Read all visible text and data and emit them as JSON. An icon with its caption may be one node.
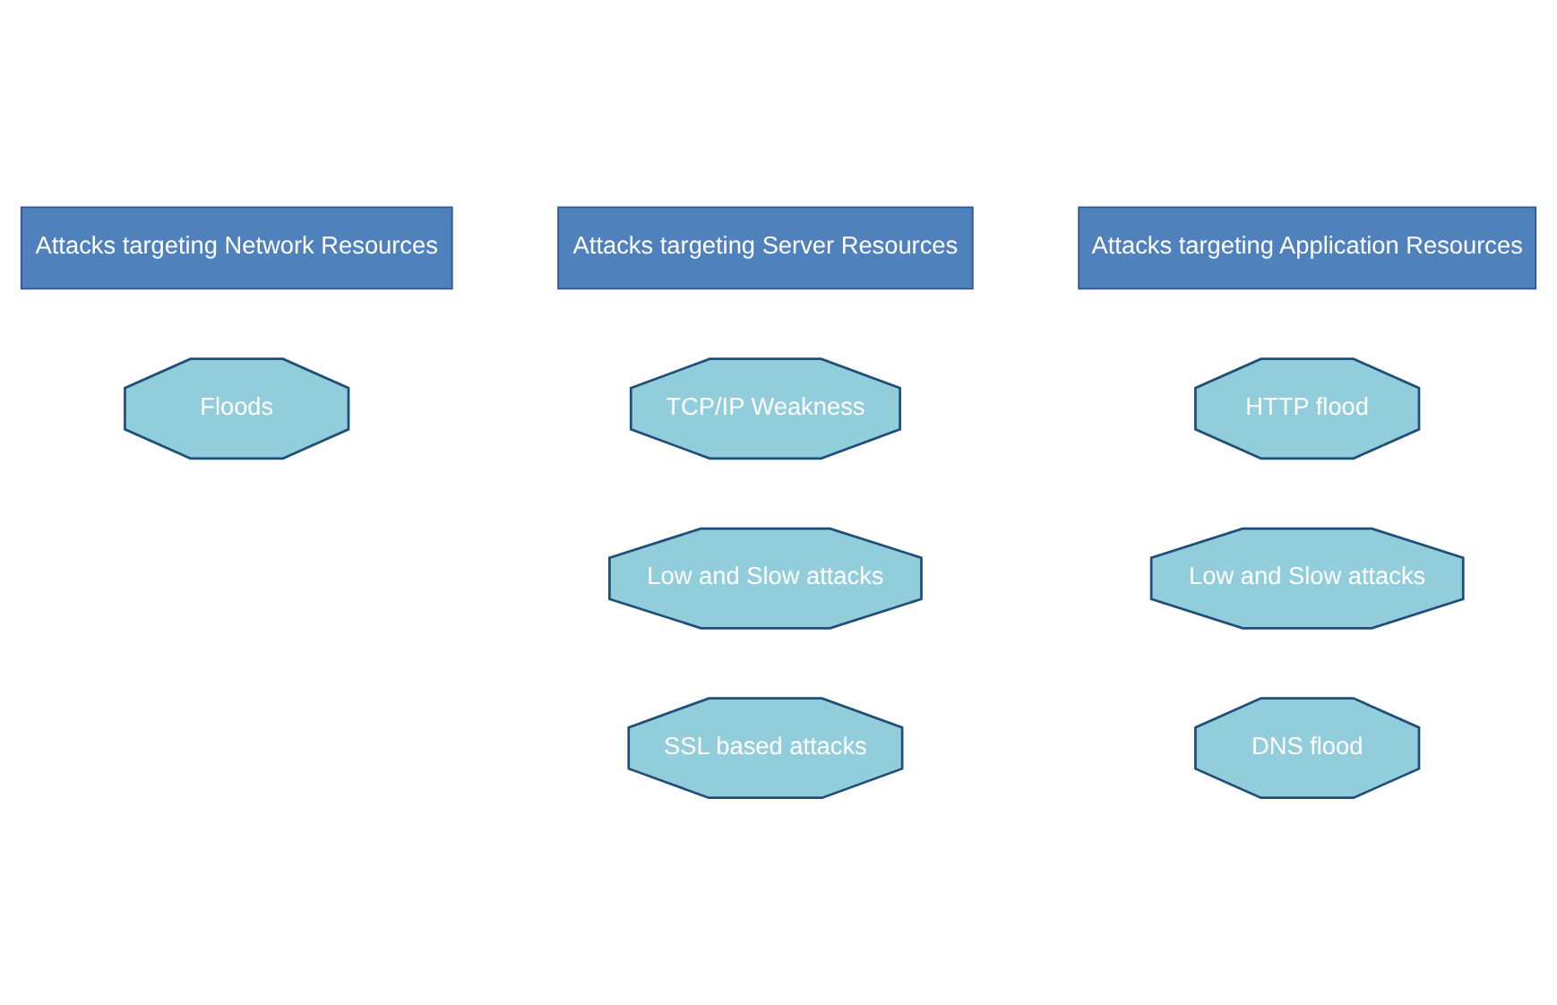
{
  "diagram": {
    "nodes": [
      {
        "text": [
          "Attacks targeting Network Resources"
        ]
      },
      {
        "text": [
          "Attacks targeting Server Resources"
        ]
      },
      {
        "text": [
          "Attacks targeting Application Resources"
        ]
      },
      {
        "text": [
          "Floods"
        ]
      },
      {
        "text": [
          "TCP/IP Weakness"
        ]
      },
      {
        "text": [
          "HTTP flood"
        ]
      },
      {
        "text": [
          "Low and Slow attacks"
        ]
      },
      {
        "text": [
          "Low and Slow attacks"
        ]
      },
      {
        "text": [
          "SSL based attacks"
        ]
      },
      {
        "text": [
          "DNS flood"
        ]
      }
    ]
  }
}
